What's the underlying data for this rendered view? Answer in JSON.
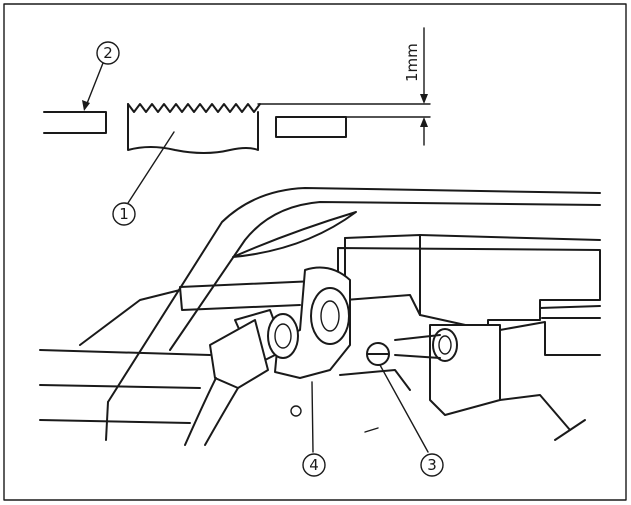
{
  "diagram": {
    "dimension_label": "1mm",
    "callouts": [
      {
        "id": "feed-dog",
        "text": "1"
      },
      {
        "id": "throat-plate",
        "text": "2"
      },
      {
        "id": "screw",
        "text": "3"
      },
      {
        "id": "bracket",
        "text": "4"
      }
    ]
  }
}
